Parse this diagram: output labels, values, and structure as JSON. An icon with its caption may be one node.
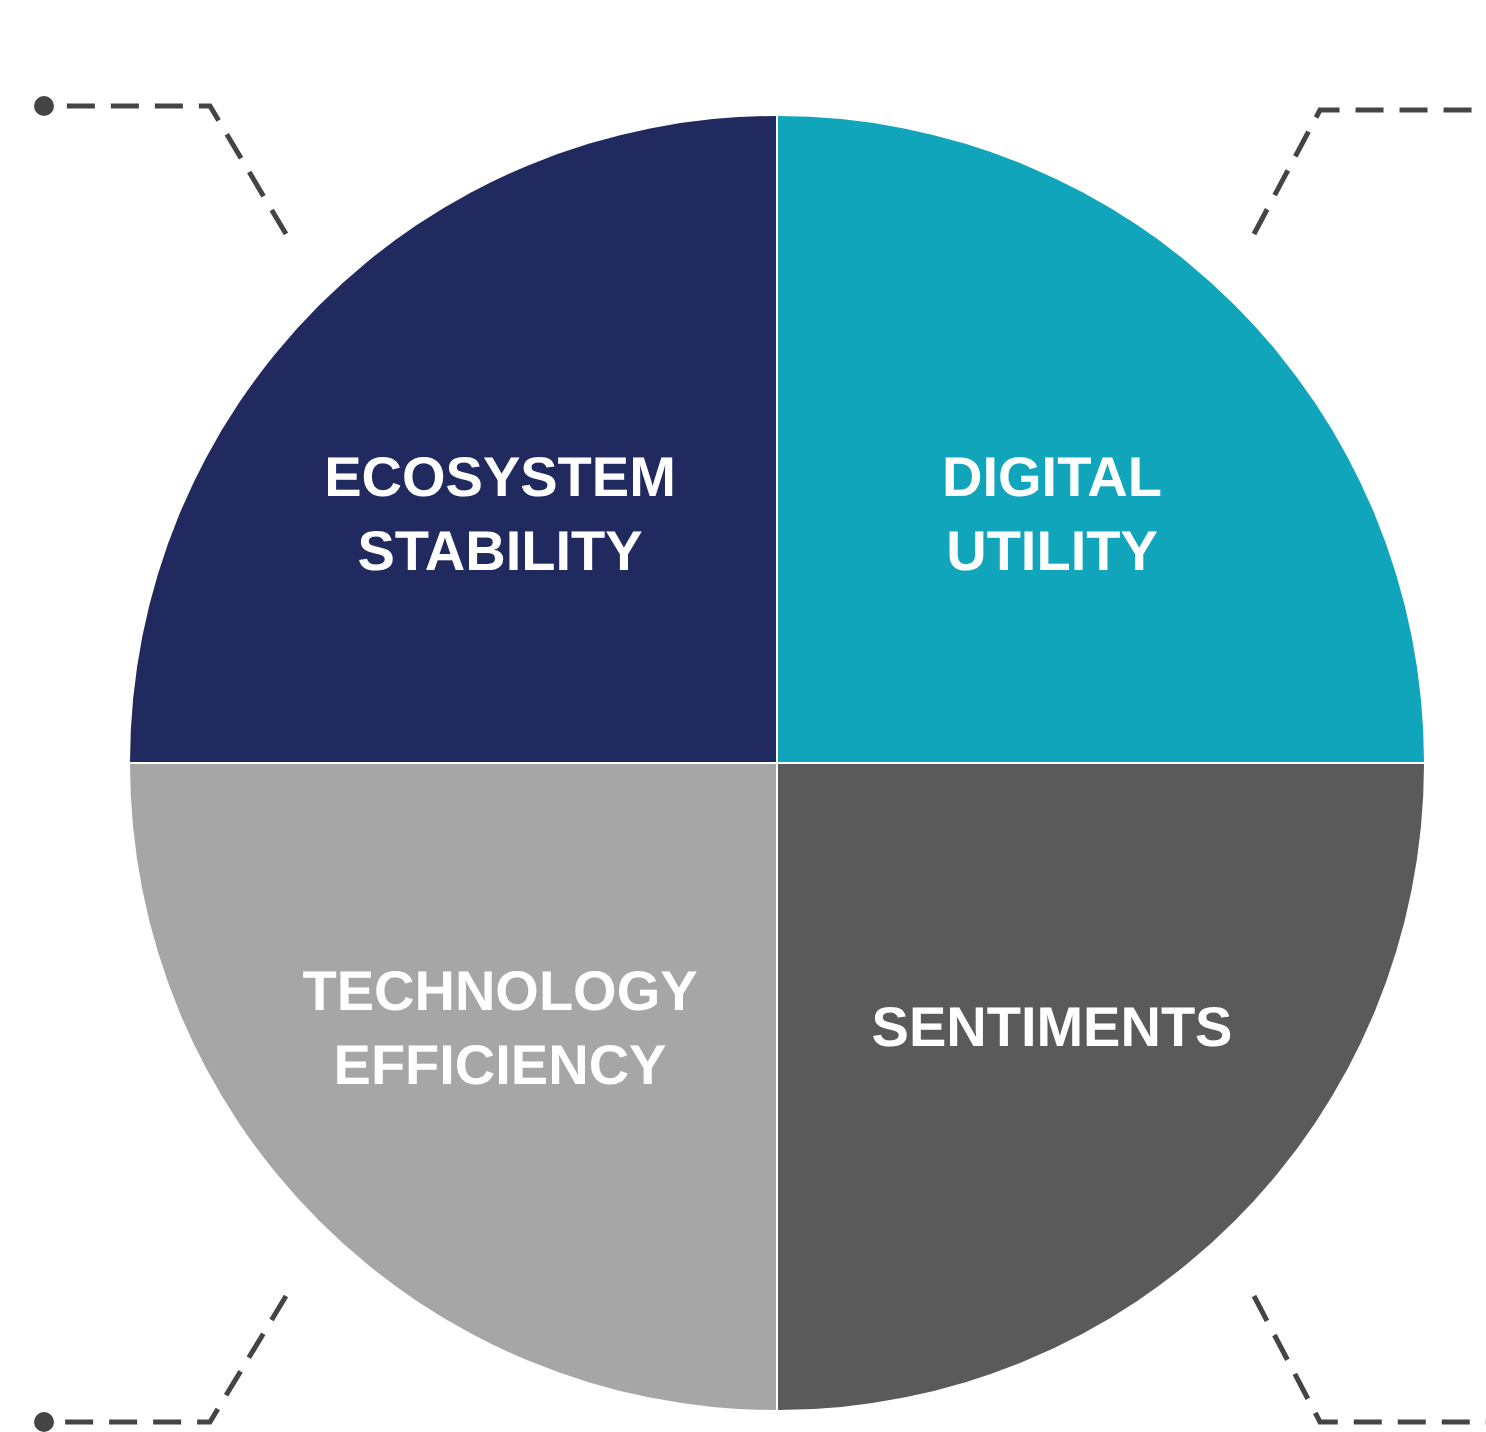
{
  "diagram": {
    "nodes": [
      {
        "text": [
          "ECOSYSTEM STABILITY"
        ]
      },
      {
        "text": [
          "DIGITAL UTILITY"
        ]
      },
      {
        "text": [
          "TECHNOLOGY EFFICIENCY"
        ]
      },
      {
        "text": [
          "SENTIMENTS"
        ]
      }
    ],
    "edges": [
      {
        "from": 0,
        "to": null,
        "arrow": "other",
        "style": "dashed"
      },
      {
        "from": 1,
        "to": null,
        "arrow": "none",
        "style": "dashed"
      },
      {
        "from": 2,
        "to": null,
        "arrow": "other",
        "style": "dashed"
      },
      {
        "from": 3,
        "to": null,
        "arrow": "none",
        "style": "dashed"
      }
    ]
  }
}
